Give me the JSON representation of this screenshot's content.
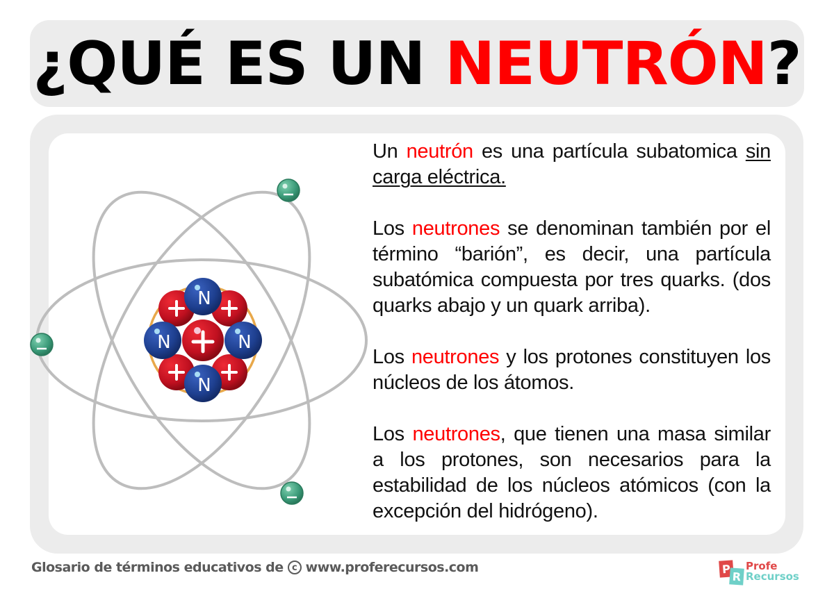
{
  "title": {
    "prefix": "¿QUÉ ES UN ",
    "highlight": "NEUTRÓN",
    "suffix": "?"
  },
  "colors": {
    "accent": "#ff0000",
    "panel_bg": "#ececec",
    "orbit": "#bdbdbd",
    "electron": "#3a9a78",
    "proton": "#c01020",
    "neutron": "#1e3f8f",
    "nucleus_ring": "#e8a84a",
    "logo_red": "#e04848",
    "logo_teal": "#6fd0c8"
  },
  "illustration": {
    "name": "atom-diagram",
    "neutron_label": "N",
    "proton_label": "+",
    "electron_label": "−",
    "electrons": 3,
    "visible_neutrons": 4,
    "visible_protons": 5
  },
  "paragraphs": [
    {
      "before": "Un ",
      "highlight": "neutrón",
      "after": " es una partícula subatomica ",
      "underlined": "sin carga eléctrica."
    },
    {
      "before": "Los ",
      "highlight": "neutrones",
      "after": " se denominan también por el término “barión”, es decir, una partícula subatómica compuesta por tres quarks. (dos quarks abajo y un quark arriba)."
    },
    {
      "before": "Los ",
      "highlight": "neutrones",
      "after": " y los protones constituyen los núcleos de los átomos."
    },
    {
      "before": "Los ",
      "highlight": "neutrones",
      "after": ", que tienen una masa similar a los protones, son necesarios para la estabilidad de los núcleos atómicos (con la excepción del hidrógeno)."
    }
  ],
  "footer": {
    "text": "Glosario de términos educativos de",
    "copyright_symbol": "c",
    "url": "www.proferecursos.com"
  },
  "logo": {
    "letter1": "P",
    "letter2": "R",
    "word1": "Profe",
    "word2": "Recursos"
  }
}
